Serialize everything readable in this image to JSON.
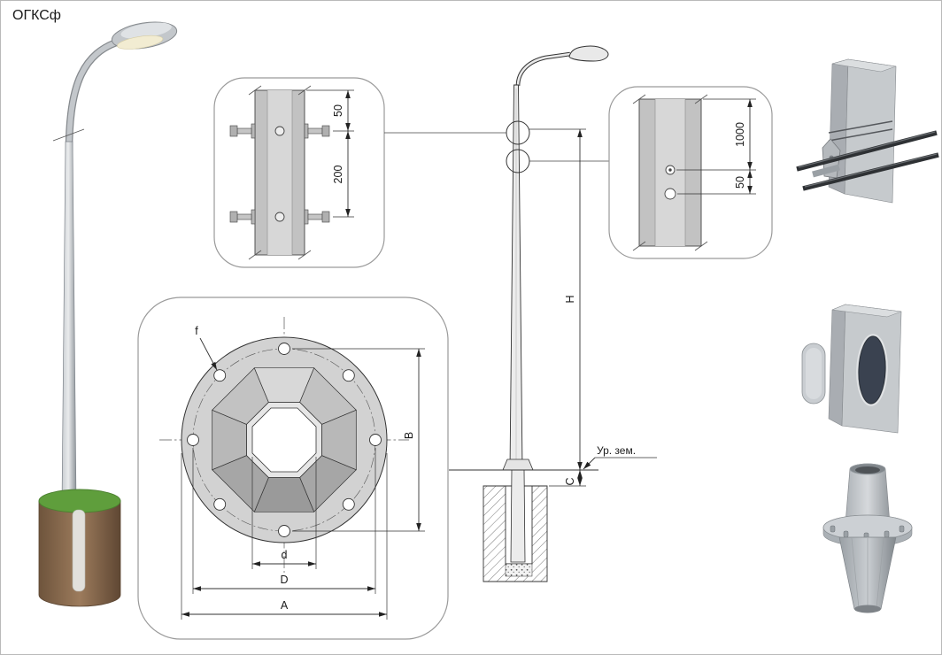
{
  "title": "ОГКСф",
  "detail_flange_section": {
    "dim_top": "50",
    "dim_bottom": "200"
  },
  "detail_pole_holes": {
    "dim_top": "1000",
    "dim_bottom": "50"
  },
  "flange_plan": {
    "dim_f": "f",
    "dim_b": "B",
    "dim_d": "d",
    "dim_D": "D",
    "dim_a": "A"
  },
  "elevation": {
    "dim_h": "H",
    "dim_c": "C",
    "ground_label": "Ур. зем."
  }
}
